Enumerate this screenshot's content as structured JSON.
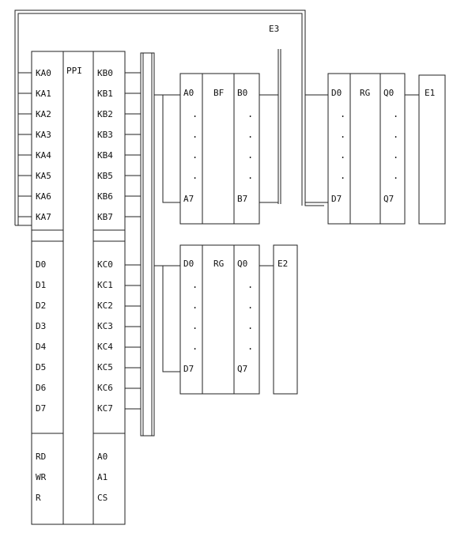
{
  "ppi": {
    "title": "PPI",
    "port_a": [
      "KA0",
      "KA1",
      "KA2",
      "KA3",
      "KA4",
      "KA5",
      "KA6",
      "KA7"
    ],
    "port_b": [
      "KB0",
      "KB1",
      "KB2",
      "KB3",
      "KB4",
      "KB5",
      "KB6",
      "KB7"
    ],
    "data_bus": [
      "D0",
      "D1",
      "D2",
      "D3",
      "D4",
      "D5",
      "D6",
      "D7"
    ],
    "port_c": [
      "KC0",
      "KC1",
      "KC2",
      "KC3",
      "KC4",
      "KC5",
      "KC6",
      "KC7"
    ],
    "control": [
      "RD",
      "WR",
      "R"
    ],
    "address": [
      "A0",
      "A1",
      "CS"
    ]
  },
  "bf": {
    "title": "BF",
    "in_first": "A0",
    "in_last": "A7",
    "out_first": "B0",
    "out_last": "B7",
    "dot": "."
  },
  "rg1": {
    "title": "RG",
    "in_first": "D0",
    "in_last": "D7",
    "out_first": "Q0",
    "out_last": "Q7",
    "dot": "."
  },
  "rg2": {
    "title": "RG",
    "in_first": "D0",
    "in_last": "D7",
    "out_first": "Q0",
    "out_last": "Q7",
    "dot": "."
  },
  "labels": {
    "e1": "E1",
    "e2": "E2",
    "e3": "E3"
  }
}
